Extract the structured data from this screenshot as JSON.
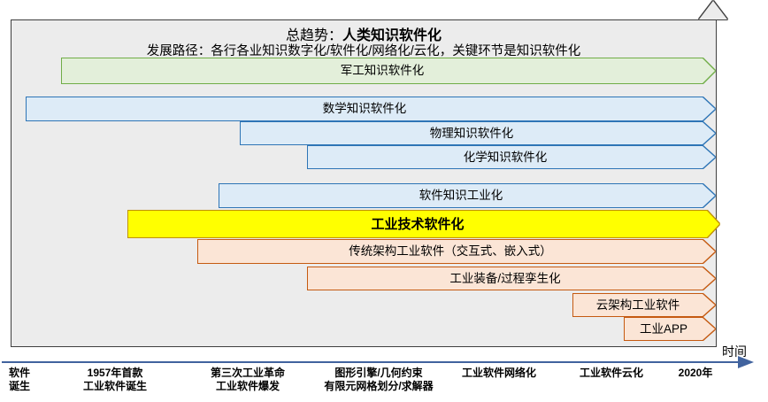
{
  "header": {
    "trend_prefix": "总趋势：",
    "trend_main": "人类知识软件化",
    "path_line": "发展路径：各行各业知识数字化/软件化/网络化/云化，关键环节是知识软件化"
  },
  "bars": [
    {
      "label": "军工知识软件化",
      "color": "green"
    },
    {
      "label": "数学知识软件化",
      "color": "blue"
    },
    {
      "label": "物理知识软件化",
      "color": "blue"
    },
    {
      "label": "化学知识软件化",
      "color": "blue"
    },
    {
      "label": "软件知识工业化",
      "color": "blue"
    },
    {
      "label": "工业技术软件化",
      "color": "yellow",
      "emphasis": true
    },
    {
      "label": "传统架构工业软件（交互式、嵌入式）",
      "color": "peach"
    },
    {
      "label": "工业装备/过程孪生化",
      "color": "peach"
    },
    {
      "label": "云架构工业软件",
      "color": "peach"
    },
    {
      "label": "工业APP",
      "color": "peach"
    }
  ],
  "timeline": {
    "axis_label": "时间",
    "milestones": [
      {
        "line1": "软件",
        "line2": "诞生"
      },
      {
        "line1": "1957年首款",
        "line2": "工业软件诞生"
      },
      {
        "line1": "第三次工业革命",
        "line2": "工业软件爆发"
      },
      {
        "line1": "图形引擎/几何约束",
        "line2": "有限元网格划分/求解器"
      },
      {
        "line1": "工业软件网络化",
        "line2": ""
      },
      {
        "line1": "工业软件云化",
        "line2": ""
      },
      {
        "line1": "2020年",
        "line2": ""
      }
    ]
  },
  "colors": {
    "container_fill": "#ECECEC",
    "container_border": "#3f3f3f",
    "green_fill": "#E3EFDA",
    "green_border": "#70AD47",
    "blue_fill": "#DDEBF7",
    "blue_border": "#2E75B6",
    "yellow_fill": "#FFFF00",
    "yellow_border": "#BF9000",
    "peach_fill": "#FBE5D6",
    "peach_border": "#C55A11",
    "axis": "#41639E"
  }
}
